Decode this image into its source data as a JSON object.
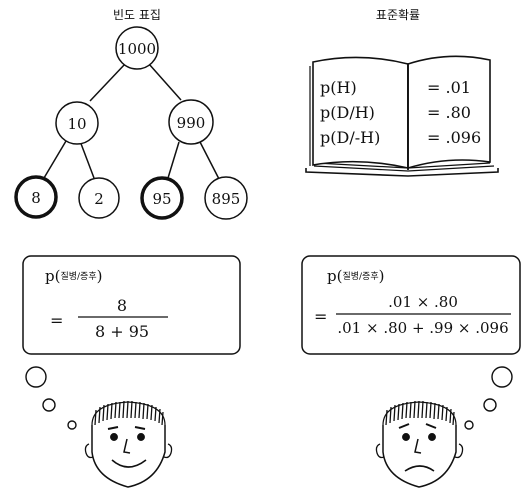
{
  "left_title": "빈도 표집",
  "right_title": "표준확률",
  "tree": {
    "root": "1000",
    "level2": [
      "10",
      "990"
    ],
    "leaves": [
      "8",
      "2",
      "95",
      "895"
    ]
  },
  "book": {
    "rows": [
      {
        "label": "p(H)",
        "value": "= .01"
      },
      {
        "label": "p(D/H)",
        "value": "= .80"
      },
      {
        "label": "p(D/-H)",
        "value": "= .096"
      }
    ]
  },
  "left_box": {
    "p": "p(",
    "subscript": "질병/증후",
    "close": ")",
    "equals": "=",
    "numerator": "8",
    "denominator": "8 + 95"
  },
  "right_box": {
    "p": "p(",
    "subscript": "질병/증후",
    "close": ")",
    "equals": "=",
    "numerator": ".01 × .80",
    "denominator": ".01 × .80 + .99 × .096"
  },
  "colors": {
    "ink": "#111111",
    "background": "#ffffff"
  }
}
